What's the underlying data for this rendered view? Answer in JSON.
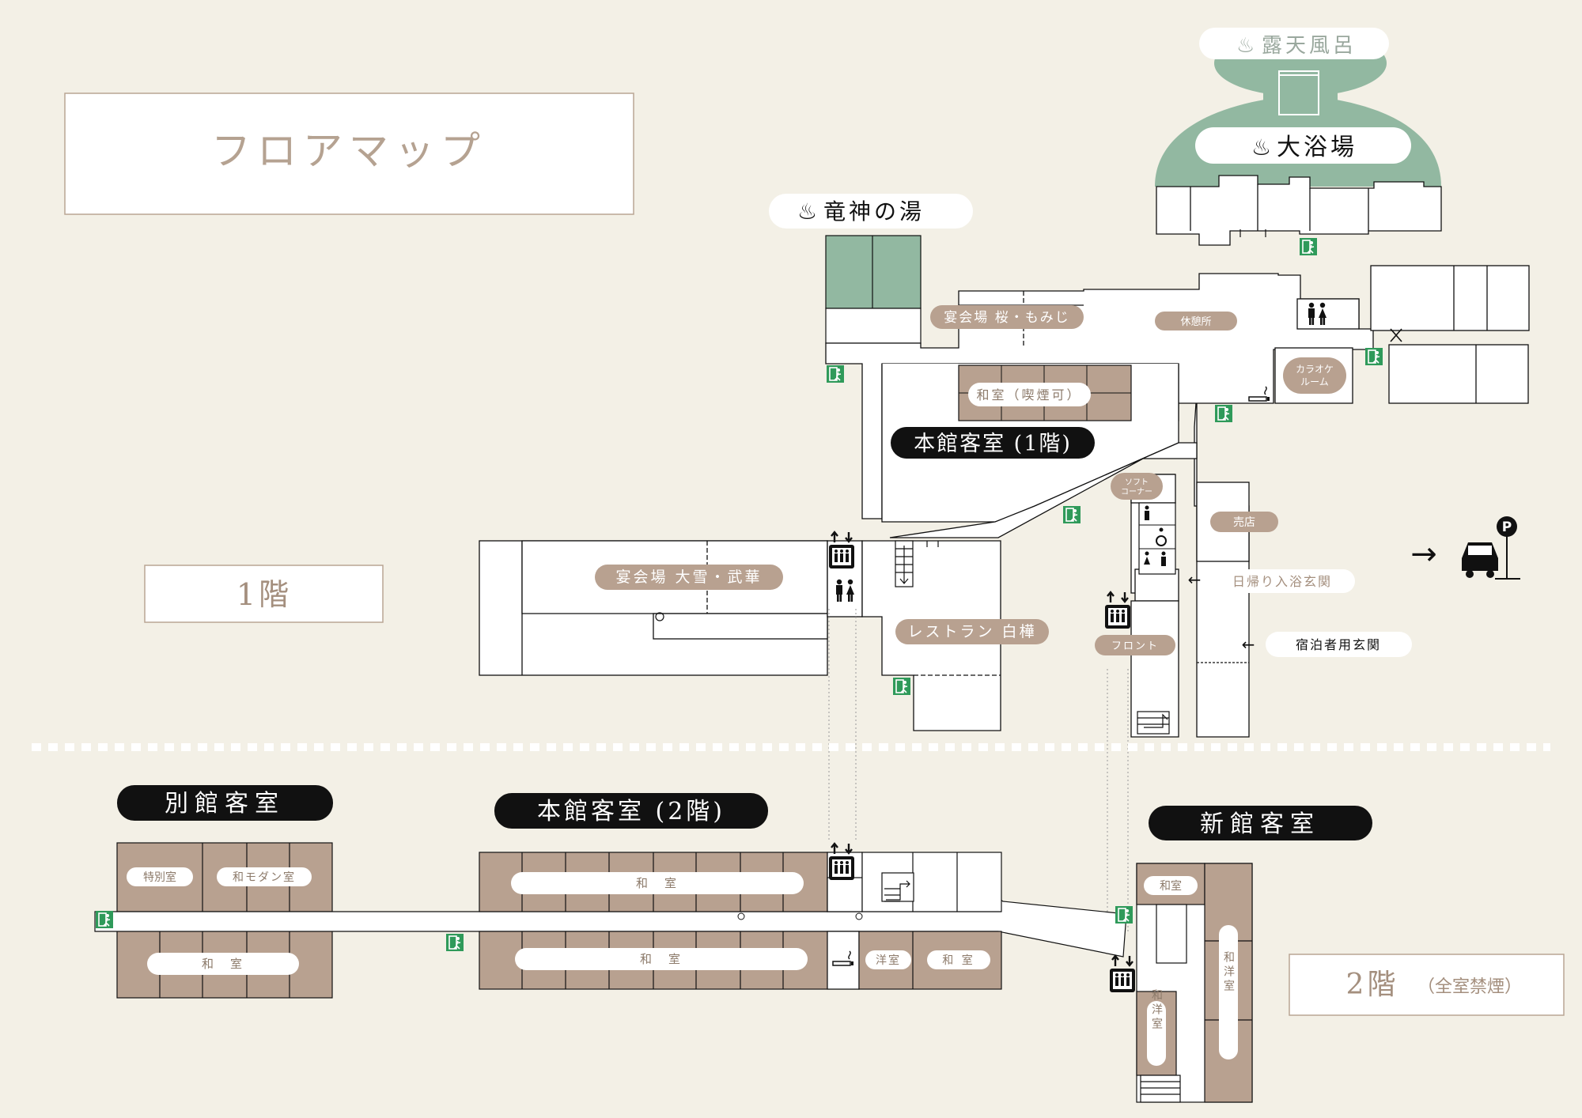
{
  "title": "フロアマップ",
  "floors": {
    "first": {
      "label": "1階",
      "parking_arrow": "→",
      "parking_letter": "P",
      "baths": {
        "rotenburo": "露天風呂",
        "daiyokujo": "大浴場",
        "ryujin": "竜神の湯",
        "bath_symbol": "♨"
      },
      "rooms": {
        "enkai_sakura": "宴会場 桜・もみじ",
        "kyukei": "休憩所",
        "karaoke_1": "カラオケ",
        "karaoke_2": "ルーム",
        "washitsu_smoking": "和室（喫煙可）",
        "honkan_1f": "本館客室 (1階)",
        "soft_1": "ソフト",
        "soft_2": "コーナー",
        "baiten": "売店",
        "higaeri": "日帰り入浴玄関",
        "shukuhaku": "宿泊者用玄関",
        "front": "フロント",
        "enkai_taisetsu": "宴会場 大雪・武華",
        "restaurant": "レストラン 白樺"
      }
    },
    "second": {
      "label": "2階",
      "note": "（全室禁煙）",
      "sections": {
        "bekkan": "別館客室",
        "honkan_2f": "本館客室 (2階)",
        "shinkan": "新館客室"
      },
      "rooms": {
        "tokubetsu": "特別室",
        "wamodern": "和モダン室",
        "washitsu_a": "和　室",
        "washitsu_b": "和　室",
        "washitsu_c": "和　室",
        "youshitsu": "洋室",
        "washitsu_d": "和 室",
        "washitsu_e": "和室",
        "wayou_a": "和洋室",
        "wayou_b": "和洋室"
      }
    }
  },
  "colors": {
    "background": "#f3f0e6",
    "room_brown": "#b8a190",
    "bath_green": "#92b8a1",
    "label_text": "#a48f7e",
    "exit_green": "#2f9a5a",
    "dark_pill": "#111111"
  }
}
